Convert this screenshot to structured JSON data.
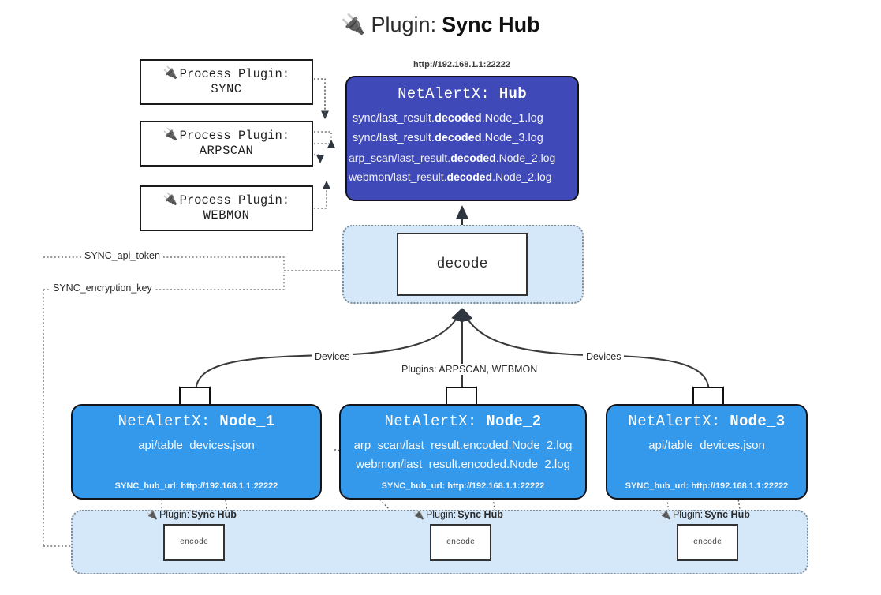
{
  "page": {
    "title_icon": "plug-icon",
    "title_prefix": "Plugin: ",
    "title_name": "Sync Hub"
  },
  "colors": {
    "hub_fill": "#4049b8",
    "node_fill": "#3498eb",
    "zone_fill": "#d4e8fa",
    "stroke": "#13131a"
  },
  "process_plugins": [
    {
      "icon": "plug-icon",
      "line1": "Process Plugin:",
      "line2": "SYNC"
    },
    {
      "icon": "plug-icon",
      "line1": "Process Plugin:",
      "line2": "ARPSCAN"
    },
    {
      "icon": "plug-icon",
      "line1": "Process Plugin:",
      "line2": "WEBMON"
    }
  ],
  "hub": {
    "url": "http://192.168.1.1:22222",
    "title_prefix": "NetAlertX: ",
    "title_name": "Hub",
    "logs": [
      {
        "pre": "sync/last_result.",
        "bold": "decoded",
        "post": ".Node_1.log"
      },
      {
        "pre": "sync/last_result.",
        "bold": "decoded",
        "post": ".Node_3.log"
      },
      {
        "pre": "arp_scan/last_result.",
        "bold": "decoded",
        "post": ".Node_2.log"
      },
      {
        "pre": "webmon/last_result.",
        "bold": "decoded",
        "post": ".Node_2.log"
      }
    ]
  },
  "decode": {
    "label": "decode"
  },
  "wire_labels": {
    "api_token": "SYNC_api_token",
    "encryption_key": "SYNC_encryption_key",
    "devices_left": "Devices",
    "devices_right": "Devices",
    "plugins_middle": "Plugins: ARPSCAN, WEBMON"
  },
  "nodes": [
    {
      "title_prefix": "NetAlertX: ",
      "title_name": "Node_1",
      "lines": [
        "api/table_devices.json"
      ],
      "footer": "SYNC_hub_url: http://192.168.1.1:22222",
      "envelope_icon": "envelope-icon"
    },
    {
      "title_prefix": "NetAlertX: ",
      "title_name": "Node_2",
      "lines": [
        "arp_scan/last_result.encoded.Node_2.log",
        "webmon/last_result.encoded.Node_2.log"
      ],
      "footer": "SYNC_hub_url: http://192.168.1.1:22222",
      "envelope_icon": "envelope-icon"
    },
    {
      "title_prefix": "NetAlertX: ",
      "title_name": "Node_3",
      "lines": [
        "api/table_devices.json"
      ],
      "footer": "SYNC_hub_url: http://192.168.1.1:22222",
      "envelope_icon": "envelope-icon"
    }
  ],
  "encode_zone": [
    {
      "icon": "plug-icon",
      "label_prefix": "Plugin: ",
      "label_name": "Sync Hub",
      "box": "encode"
    },
    {
      "icon": "plug-icon",
      "label_prefix": "Plugin: ",
      "label_name": "Sync Hub",
      "box": "encode"
    },
    {
      "icon": "plug-icon",
      "label_prefix": "Plugin: ",
      "label_name": "Sync Hub",
      "box": "encode"
    }
  ]
}
